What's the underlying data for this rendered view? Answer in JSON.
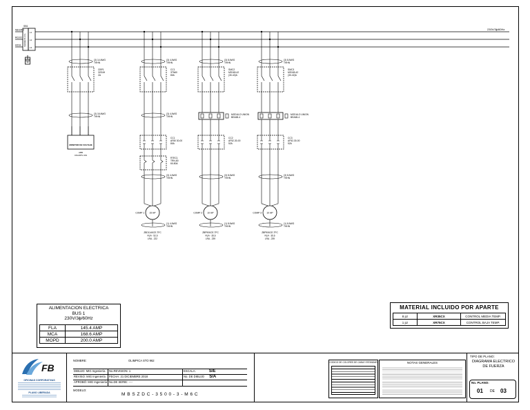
{
  "bus": {
    "breaker_tag": "SB1",
    "breaker_label": "SIEMENS 3VL",
    "line_labels": [
      "NEGRO",
      "ROJO",
      "AZUL"
    ],
    "phase_labels": [
      "L1",
      "L2",
      "L3"
    ],
    "voltage": "230V/3ϕ/60Hz"
  },
  "columns": [
    {
      "top_wire": [
        "(3) 14 AWG",
        "THHN"
      ],
      "breaker": [
        "CBP1",
        "32S4H",
        "2A"
      ],
      "mid_wire": [
        "(3) 16 AWG",
        "THHN"
      ],
      "module_title": "MONITOR DE VOLTAJE",
      "module_sub": [
        "ABB",
        "CM-MPS 31S"
      ]
    },
    {
      "top_wire": [
        "(3) 4 AWG",
        "THHN"
      ],
      "breaker": [
        "CC1",
        "3TN60",
        "80A"
      ],
      "mid_wire": [
        "(3) 4 AWG",
        "THHN"
      ],
      "contactor": [
        "CC1",
        "AF80 30-00",
        "80A"
      ],
      "relay": [
        "RTEC1",
        "TRN-80",
        "60-80A"
      ],
      "bot_wire": [
        "(3) 4 AWG",
        "THHN"
      ],
      "comp": "COMP 1",
      "hp": "15 HP",
      "comp_wire": [
        "(1) 4 AWG",
        "THHN"
      ],
      "comp_info": [
        "ZBD114KCE-TFC",
        "RLA - 52.6",
        "LRA - 222"
      ]
    },
    {
      "top_wire": [
        "(3) 8 AWG",
        "THHN"
      ],
      "breaker": [
        "SMC2",
        "MS165-42",
        "(30-42)A"
      ],
      "module": [
        "MODULO UNION",
        "BEA65-4"
      ],
      "contactor": [
        "CC2",
        "AF52-30-00",
        "52A"
      ],
      "bot_wire": [
        "(3) 8 AWG",
        "THHN"
      ],
      "comp": "COMP 2",
      "hp": "10 HP",
      "comp_wire": [
        "(1) 8 AWG",
        "THHN"
      ],
      "comp_info": [
        "ZBP90KCE-TFC",
        "RLA - 35.6",
        "LRA - 239"
      ]
    },
    {
      "top_wire": [
        "(3) 8 AWG",
        "THHN"
      ],
      "breaker": [
        "SMC3",
        "MS165-42",
        "(30-42)A"
      ],
      "module": [
        "MODULO UNION",
        "BEA65-4"
      ],
      "contactor": [
        "CC3",
        "AF52-30-00",
        "52A"
      ],
      "bot_wire": [
        "(3) 8 AWG",
        "THHN"
      ],
      "comp": "COMP 3",
      "hp": "10 HP",
      "comp_wire": [
        "(1) 8 AWG",
        "THHN"
      ],
      "comp_info": [
        "ZBP90KCE-TFC",
        "RLA - 35.6",
        "LRA - 239"
      ]
    }
  ],
  "alim": {
    "title1": "ALIMENTACION ELECTRICA",
    "title2": "BUS 1",
    "title3": "230V/3ϕ/60Hz",
    "rows": [
      [
        "FLA",
        "145.4 AMP"
      ],
      [
        "MCA",
        "168.6 AMP"
      ],
      [
        "MOPD",
        "200.0 AMP"
      ]
    ]
  },
  "material": {
    "title": "MATERIAL INCLUIDO POR APARTE",
    "rows": [
      [
        "8 pz",
        "XR35CX",
        "CONTROL MEDIA TEMP."
      ],
      [
        "1 pz",
        "XR75CX",
        "CONTROL BAJA TEMP."
      ]
    ]
  },
  "titleblock": {
    "logo_text": "FB",
    "company": "OFICINAS CORPORATIVAS",
    "plano": "PLANO LIBERADA",
    "nombre_label": "NOMBRE:",
    "nombre": "OLIMPICA STO 962",
    "dibujo_label": "DIBUJO:",
    "dibujo": "MIG Ingeniería",
    "reviso_label": "REVISO:",
    "reviso": "MIG Ingeniería",
    "aprobo_label": "APROBÓ:",
    "aprobo": "MIG Ingeniería",
    "revision_label": "No.REVISION:",
    "revision": "1",
    "fecha_label": "FECHA:",
    "fecha": "21 DICIEMBRE 2018",
    "serie_label": "No.DE SERIE:",
    "serie": "----",
    "escala_label": "ESCALA:",
    "escala": "S/E",
    "nodib_label": "No. DE DIBUJO",
    "nodib": "S/A",
    "modelo_label": "MODELO:",
    "modelo": "M B S Z D C - 3 5 0 0 - 3 - M 6 C",
    "colores_title": "CODIGO DE COLORES DE CABLE ESTANDAR",
    "notas_title": "NOTAS GENERALES",
    "tipo_label": "TIPO DE PLANO:",
    "tipo": "DIAGRAMA ELECTRICO DE FUERZA",
    "hoja_label": "No. PLANO:",
    "hoja_num": "01",
    "hoja_de": "DE",
    "hoja_total": "03"
  }
}
